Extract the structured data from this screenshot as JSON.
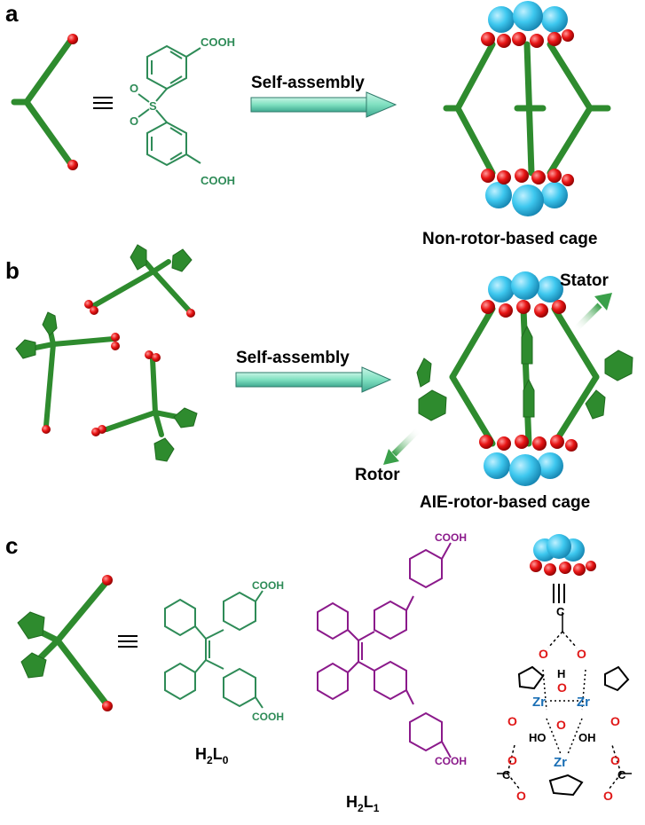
{
  "panels": {
    "a": {
      "letter": "a",
      "arrow_label": "Self-assembly",
      "cage_label": "Non-rotor-based cage",
      "cooh_top": "COOH",
      "cooh_bottom": "COOH",
      "s_atom": "S",
      "o_atom": "O"
    },
    "b": {
      "letter": "b",
      "arrow_label": "Self-assembly",
      "cage_label": "AIE-rotor-based cage",
      "stator_label": "Stator",
      "rotor_label": "Rotor"
    },
    "c": {
      "letter": "c",
      "cooh_l0_top": "COOH",
      "cooh_l0_bottom": "COOH",
      "cooh_l1_top": "COOH",
      "cooh_l1_bottom": "COOH",
      "ligand0_main": "H",
      "ligand0_sub2": "2",
      "ligand0_L": "L",
      "ligand0_sub": "0",
      "ligand1_main": "H",
      "ligand1_sub2": "2",
      "ligand1_L": "L",
      "ligand1_sub": "1",
      "cluster": {
        "zr": "Zr",
        "o": "O",
        "h": "H",
        "ho": "HO",
        "oh": "OH",
        "c": "C"
      }
    }
  },
  "colors": {
    "rod_green": "#2e8b2e",
    "oxygen_red": "#e81515",
    "cluster_cyan": "#3ec8ef",
    "arrow_teal": "#7fe0c0",
    "ligand0_green": "#2e8b57",
    "ligand1_purple": "#8b1a8b",
    "zr_blue": "#1a6fb5"
  }
}
